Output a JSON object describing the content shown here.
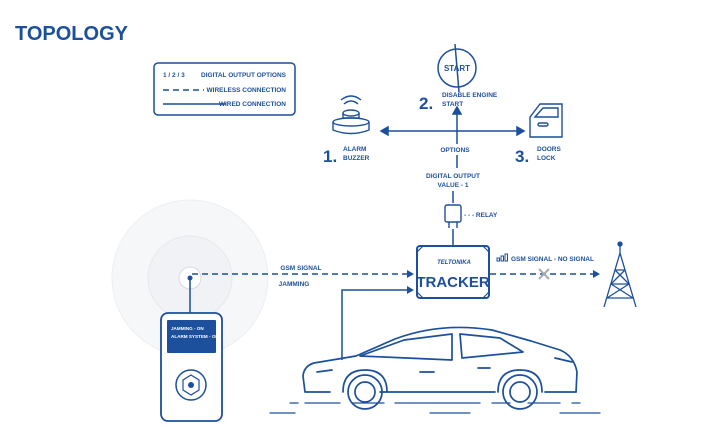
{
  "title": "TOPOLOGY",
  "colors": {
    "primary": "#1c4f9c",
    "muted": "#a8abb0",
    "faint": "#eef0f3"
  },
  "legend": {
    "numbers": "1 / 2 / 3",
    "numbers_desc": "DIGITAL OUTPUT OPTIONS",
    "wireless": "WIRELESS CONNECTION",
    "wired": "WIRED CONNECTION"
  },
  "options": {
    "label": "OPTIONS",
    "opt1": {
      "num": "1.",
      "line1": "ALARM",
      "line2": "BUZZER",
      "icon": "alarm-buzzer-icon"
    },
    "opt2": {
      "num": "2.",
      "line1": "DISABLE ENGINE",
      "line2": "START",
      "icon": "engine-start-icon",
      "icon_text": "START"
    },
    "opt3": {
      "num": "3.",
      "line1": "DOORS",
      "line2": "LOCK",
      "icon": "car-door-icon"
    }
  },
  "digital_output": {
    "line1": "DIGITAL OUTPUT",
    "line2": "VALUE - 1"
  },
  "relay": {
    "label": "- - - RELAY",
    "icon": "relay-icon"
  },
  "tracker": {
    "brand": "TELTONIKA",
    "label": "TRACKER"
  },
  "gsm_jamming": {
    "line1": "GSM SIGNAL",
    "line2": "JAMMING"
  },
  "gsm_status": {
    "label": "GSM SIGNAL - NO SIGNAL",
    "icon": "signal-bars-icon"
  },
  "tower": {
    "icon": "cell-tower-icon"
  },
  "jammer_device": {
    "line1": "JAMMING - ON",
    "line2": "ALARM SYSTEM - OFF",
    "icon": "jammer-device-icon"
  },
  "car": {
    "icon": "car-icon"
  }
}
